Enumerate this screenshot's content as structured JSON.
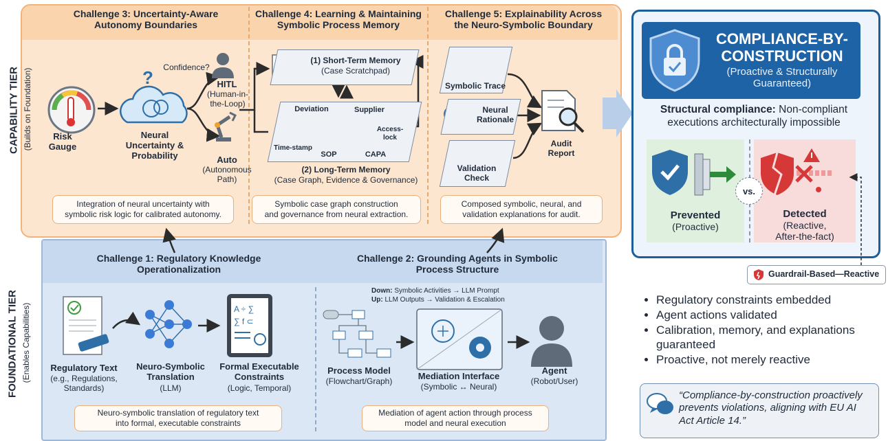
{
  "capability_tier": {
    "label": "CAPABILITY TIER",
    "sublabel": "(Builds on Foundation)",
    "challenge3": {
      "title": "Challenge 3: Uncertainty-Aware\nAutonomy Boundaries",
      "risk_gauge": "Risk Gauge",
      "neural_uncertainty": "Neural\nUncertainty &\nProbability",
      "confidence": "Confidence?",
      "hitl": "HITL",
      "hitl_sub": "(Human-in-\nthe-Loop)",
      "auto": "Auto",
      "auto_sub": "(Autonomous\nPath)",
      "note": "Integration of neural uncertainty with\nsymbolic risk logic for calibrated autonomy."
    },
    "challenge4": {
      "title": "Challenge 4: Learning & Maintaining\nSymbolic Process Memory",
      "stm": "(1) Short-Term Memory",
      "stm_sub": "(Case Scratchpad)",
      "deviation": "Deviation",
      "supplier": "Supplier",
      "access_lock": "Access-\nlock",
      "time_stamp": "Time-stamp",
      "sop": "SOP",
      "capa": "CAPA",
      "ltm": "(2) Long-Term Memory",
      "ltm_sub": "(Case Graph, Evidence & Governance)",
      "note": "Symbolic case graph construction\nand governance from neural extraction."
    },
    "challenge5": {
      "title": "Challenge 5: Explainability Across\nthe Neuro-Symbolic Boundary",
      "symbolic_trace": "Symbolic Trace",
      "neural_rationale": "Neural\nRationale",
      "validation_check": "Validation\nCheck",
      "audit_report": "Audit\nReport",
      "note": "Composed symbolic, neural, and\nvalidation explanations for audit."
    }
  },
  "foundational_tier": {
    "label": "FOUNDATIONAL TIER",
    "sublabel": "(Enables Capabilities)",
    "challenge1": {
      "title": "Challenge 1: Regulatory Knowledge\nOperationalization",
      "regulatory_text": "Regulatory Text",
      "regulatory_text_sub": "(e.g., Regulations,\nStandards)",
      "translation": "Neuro-Symbolic\nTranslation",
      "translation_sub": "(LLM)",
      "constraints": "Formal Executable\nConstraints",
      "constraints_sub": "(Logic, Temporal)",
      "note": "Neuro-symbolic translation of regulatory text\ninto formal, executable constraints"
    },
    "challenge2": {
      "title": "Challenge 2: Grounding Agents in Symbolic\nProcess Structure",
      "down_label": "Down:",
      "down_text": "Symbolic Activities → LLM Prompt",
      "up_label": "Up:",
      "up_text": "LLM Outputs → Validation & Escalation",
      "process_model": "Process Model",
      "process_model_sub": "(Flowchart/Graph)",
      "mediation": "Mediation Interface",
      "mediation_sub": "(Symbolic ↔ Neural)",
      "agent": "Agent",
      "agent_sub": "(Robot/User)",
      "note": "Mediation of agent action through process\nmodel and neural execution"
    }
  },
  "compliance": {
    "title": "COMPLIANCE-BY-\nCONSTRUCTION",
    "subtitle": "(Proactive & Structurally\nGuaranteed)",
    "structural_label": "Structural compliance:",
    "structural_text": " Non-compliant\nexecutions architecturally impossible",
    "prevented": "Prevented",
    "prevented_sub": "(Proactive)",
    "vs": "vs.",
    "detected": "Detected",
    "detected_sub": "(Reactive,\nAfter-the-fact)",
    "guardrail": "Guardrail-Based—Reactive"
  },
  "bullets": [
    "Regulatory constraints embedded",
    "Agent actions validated",
    "Calibration, memory, and explanations guaranteed",
    "Proactive, not merely reactive"
  ],
  "quote": "“Compliance-by-construction proactively prevents violations, aligning with EU AI Act Article 14.”",
  "colors": {
    "capability_bg": "#fde6cf",
    "foundational_bg": "#dbe7f5",
    "compliance_blue": "#1e63a6",
    "prevented_green": "#2f8a3a",
    "detected_red": "#d63838"
  }
}
